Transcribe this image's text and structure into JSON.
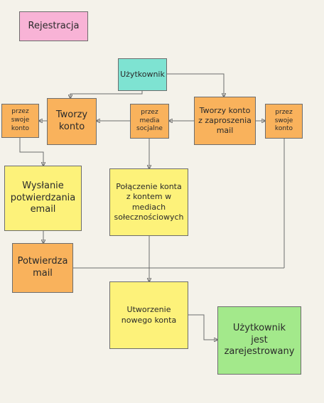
{
  "title": "Rejestracja",
  "colors": {
    "pink": "#f8b3d6",
    "teal": "#7ee3d2",
    "orange": "#f9b25c",
    "yellow": "#fdf27a",
    "green": "#a3e98b",
    "line": "#6d6d6d"
  },
  "nodes": {
    "uzytkownik": "Użytkownik",
    "tworzy_konto": "Tworzy konto",
    "przez_swoje_konto_left": "przez swoje konto",
    "przez_media_socjalne": "przez media socjalne",
    "tworzy_konto_zaproszenia": "Tworzy konto z zaproszenia mail",
    "przez_swoje_konto_right": "przez swoje konto",
    "wyslanie_email": "Wysłanie potwierdzania email",
    "polaczenie_konta": "Połączenie konta z kontem w mediach sołecznościowych",
    "potwierdza_mail": "Potwierdza mail",
    "utworzenie_konta": "Utworzenie nowego konta",
    "uzytkownik_zarejestrowany": "Użytkownik jest zarejestrowany"
  }
}
